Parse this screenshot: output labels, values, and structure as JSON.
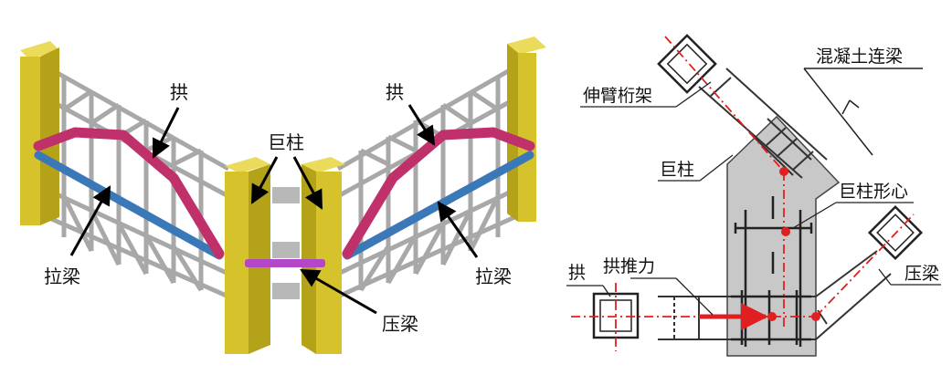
{
  "left_panel": {
    "labels": {
      "arch_left": "拱",
      "arch_right": "拱",
      "mega_column": "巨柱",
      "tie_beam_left": "拉梁",
      "tie_beam_right": "拉梁",
      "compression_beam": "压梁"
    },
    "colors": {
      "column": "#d6c22a",
      "arch": "#c0306a",
      "tie_beam": "#3a78b8",
      "compression_beam": "#b347c8",
      "truss": "#a8a8a8"
    }
  },
  "right_panel": {
    "labels": {
      "concrete_coupling_beam": "混凝土连梁",
      "cantilever_truss": "伸臂桁架",
      "mega_column": "巨柱",
      "column_centroid": "巨柱形心",
      "arch_thrust": "拱推力",
      "arch": "拱",
      "compression_beam": "压梁"
    },
    "colors": {
      "column_fill": "#c8c8c8",
      "centerline": "#e02020",
      "node": "#e02020"
    }
  }
}
